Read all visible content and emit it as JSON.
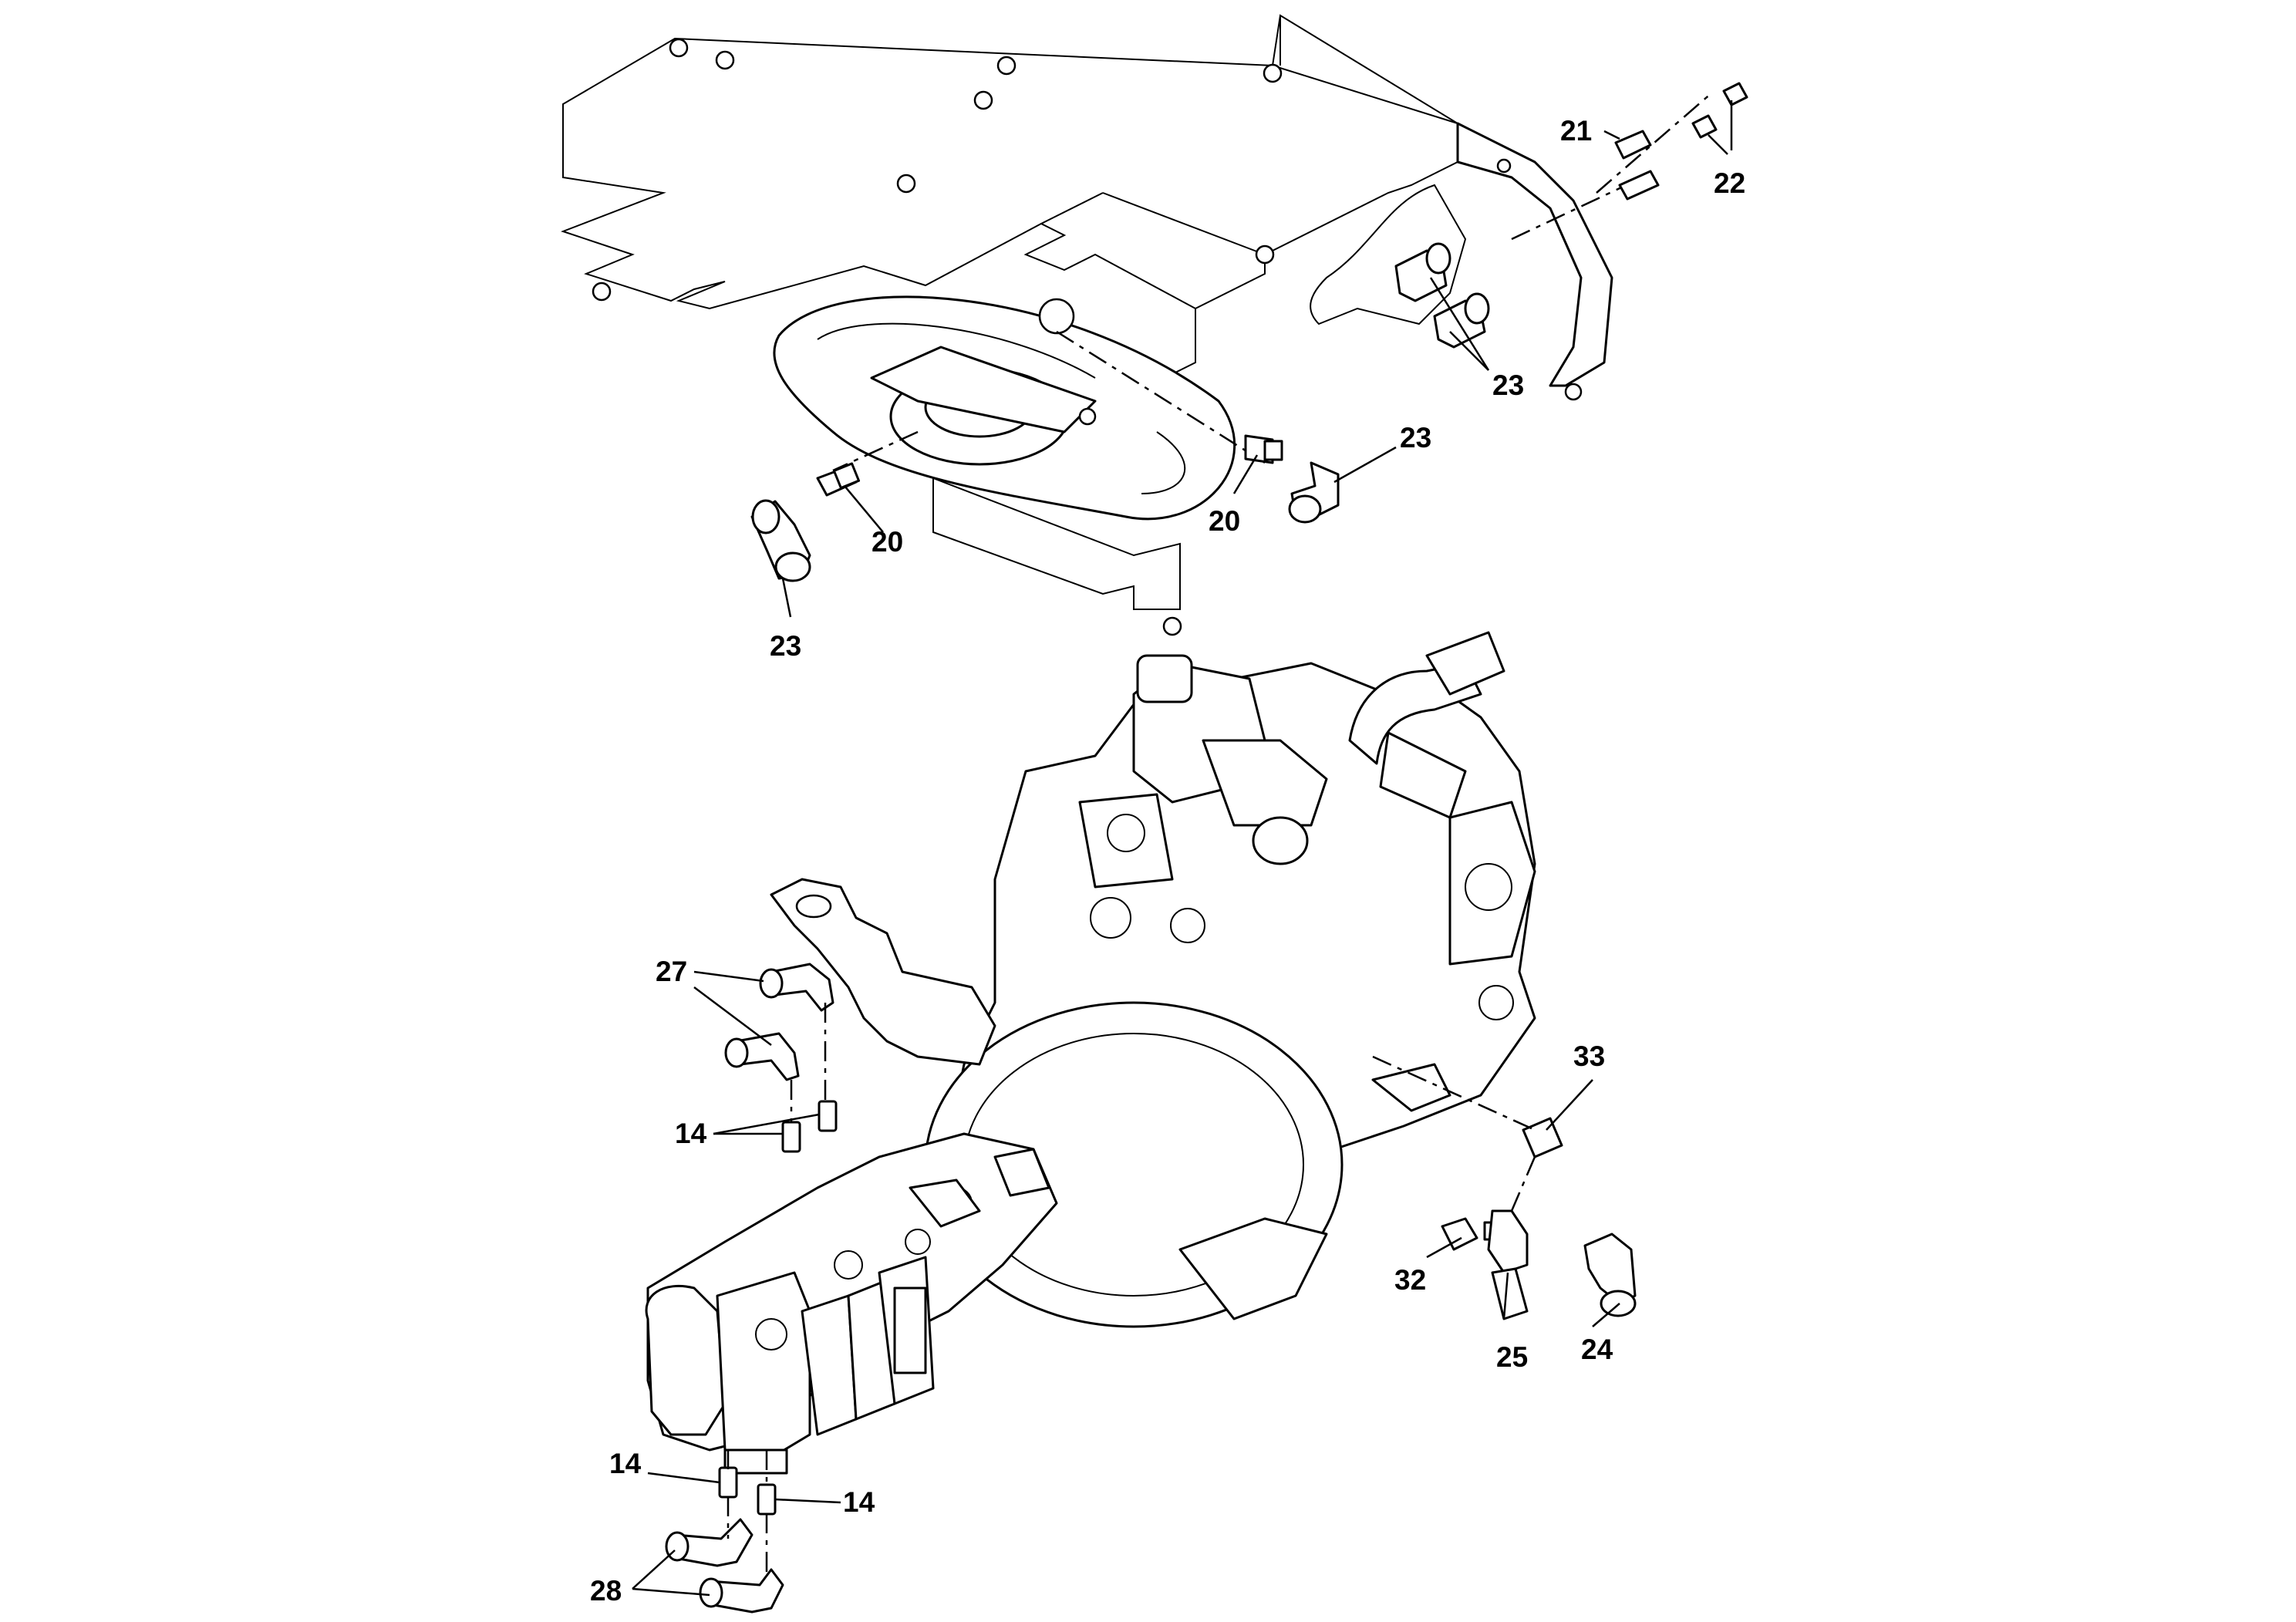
{
  "diagram": {
    "callouts": [
      {
        "id": "c21",
        "label": "21"
      },
      {
        "id": "c22",
        "label": "22"
      },
      {
        "id": "c23a",
        "label": "23"
      },
      {
        "id": "c23b",
        "label": "23"
      },
      {
        "id": "c23c",
        "label": "23"
      },
      {
        "id": "c20a",
        "label": "20"
      },
      {
        "id": "c20b",
        "label": "20"
      },
      {
        "id": "c27",
        "label": "27"
      },
      {
        "id": "c14a",
        "label": "14"
      },
      {
        "id": "c33",
        "label": "33"
      },
      {
        "id": "c32",
        "label": "32"
      },
      {
        "id": "c24",
        "label": "24"
      },
      {
        "id": "c25",
        "label": "25"
      },
      {
        "id": "c14b",
        "label": "14"
      },
      {
        "id": "c14c",
        "label": "14"
      },
      {
        "id": "c28",
        "label": "28"
      }
    ]
  }
}
